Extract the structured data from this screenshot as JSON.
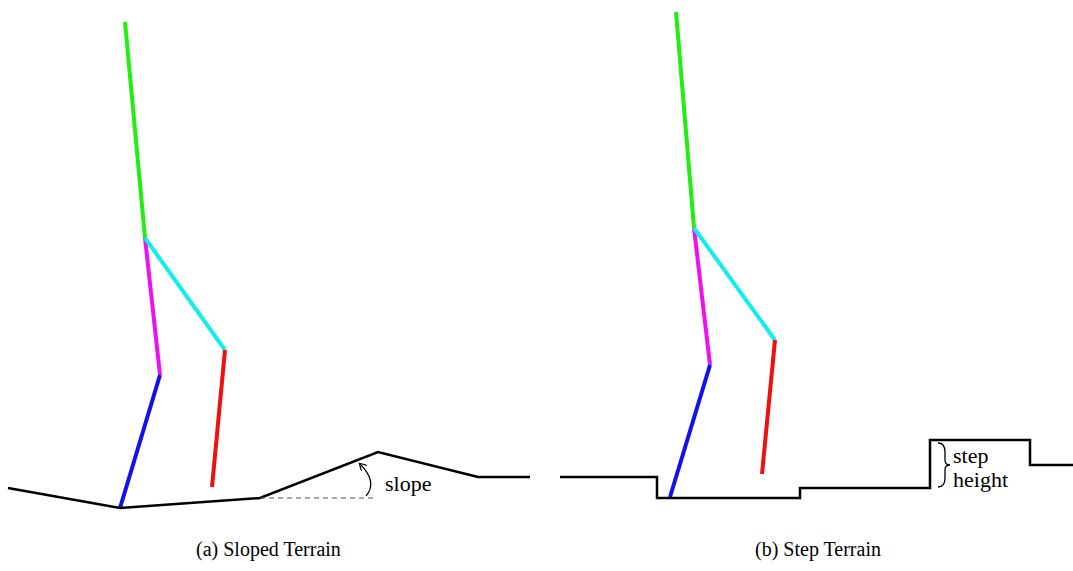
{
  "diagram": {
    "labels": [
      "slope",
      "step height",
      "(a) Sloped Terrain",
      "(b) Step Terrain"
    ]
  }
}
